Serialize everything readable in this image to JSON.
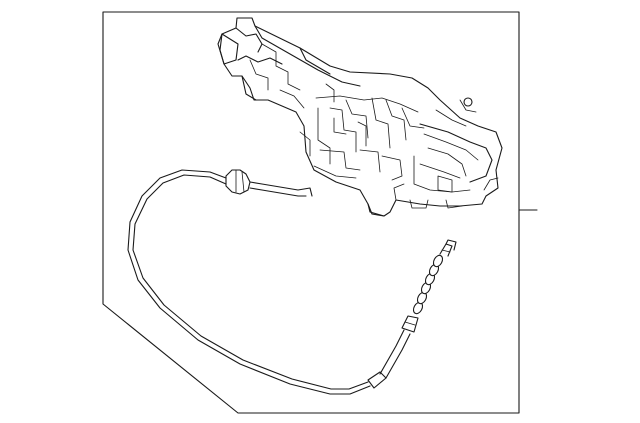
{
  "diagram": {
    "background": "#ffffff",
    "line_color": "#1a1a1a",
    "parts": [
      {
        "id": "door-lock-actuator"
      },
      {
        "id": "release-cable"
      },
      {
        "id": "callout-leader"
      }
    ]
  }
}
